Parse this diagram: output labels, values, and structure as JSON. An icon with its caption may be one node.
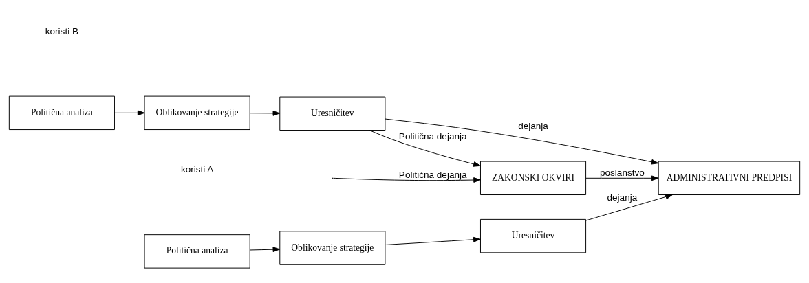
{
  "diagram": {
    "nodes": [
      {
        "text": [
          "Politična analiza"
        ]
      },
      {
        "text": [
          "Oblikovanje strategije"
        ]
      },
      {
        "text": [
          "Uresničitev"
        ]
      },
      {
        "text": [
          "ZAKONSKI OKVIRI"
        ]
      },
      {
        "text": [
          "ADMINISTRATIVNI PREDPISI"
        ]
      },
      {
        "text": [
          "Politična analiza"
        ]
      },
      {
        "text": [
          "Oblikovanje strategije"
        ]
      },
      {
        "text": [
          "Uresničitev"
        ]
      }
    ],
    "edges": [
      {
        "from": 0,
        "to": 1,
        "arrow": "to"
      },
      {
        "from": 1,
        "to": 2,
        "arrow": "to"
      },
      {
        "from": 2,
        "to": 4,
        "arrow": "to",
        "label": "dejanja"
      },
      {
        "from": null,
        "to": 3,
        "arrow": "to",
        "label": "Politična dejanja"
      },
      {
        "from": 3,
        "to": 4,
        "arrow": "to",
        "label": "poslanstvo"
      },
      {
        "from": 5,
        "to": 6,
        "arrow": "to"
      },
      {
        "from": 6,
        "to": 7,
        "arrow": "to"
      },
      {
        "from": 7,
        "to": 3,
        "arrow": "to",
        "label": "Politična dejanja"
      },
      {
        "from": 7,
        "to": 4,
        "arrow": "to",
        "label": "dejanja"
      }
    ],
    "labels": [
      "koristi A",
      "koristi B"
    ]
  }
}
